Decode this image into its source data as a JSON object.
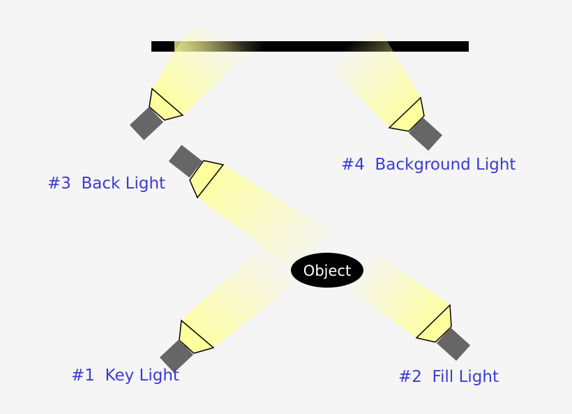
{
  "colors": {
    "background": "#f5f5f5",
    "label_text": "#3b3bd4",
    "light_body": "#666666",
    "beam": "#ffff9e",
    "backdrop": "#000000",
    "object_fill": "#000000",
    "object_text": "#ffffff"
  },
  "lights": [
    {
      "id": "key",
      "label": "#1  Key Light"
    },
    {
      "id": "fill",
      "label": "#2  Fill Light"
    },
    {
      "id": "back",
      "label": "#3  Back Light"
    },
    {
      "id": "background",
      "label": "#4  Background Light"
    }
  ],
  "object": {
    "label": "Object"
  },
  "icons": [
    "spotlight-icon",
    "backdrop-bar"
  ]
}
